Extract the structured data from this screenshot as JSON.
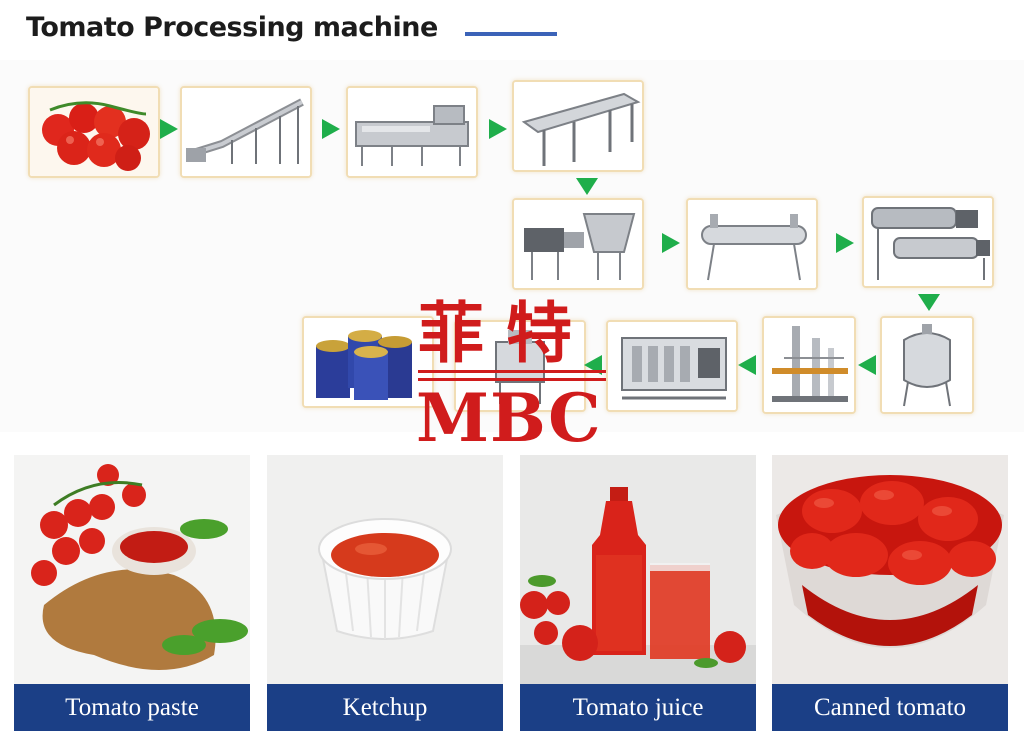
{
  "header": {
    "title": "Tomato Processing machine",
    "accent_color": "#3b63b8"
  },
  "flow": {
    "arrow_color": "#1fae4b",
    "step_border_color": "#f1ddb4",
    "steps": [
      {
        "icon": "fresh-tomatoes"
      },
      {
        "icon": "elevator-conveyor"
      },
      {
        "icon": "washing-machine"
      },
      {
        "icon": "sorting-conveyor"
      },
      {
        "icon": "crusher-machine"
      },
      {
        "icon": "preheater-tube"
      },
      {
        "icon": "pulper-refiner"
      },
      {
        "icon": "storage-tank"
      },
      {
        "icon": "evaporator"
      },
      {
        "icon": "sterilizer"
      },
      {
        "icon": "filling-machine"
      },
      {
        "icon": "canned-product"
      }
    ]
  },
  "watermark": {
    "chinese": "菲特",
    "latin": "MBC",
    "color": "#d01c1c"
  },
  "products": {
    "label_bg": "#1b3f86",
    "items": [
      {
        "label": "Tomato paste",
        "icon": "tomato-paste-photo"
      },
      {
        "label": "Ketchup",
        "icon": "ketchup-photo"
      },
      {
        "label": "Tomato juice",
        "icon": "tomato-juice-photo"
      },
      {
        "label": "Canned tomato",
        "icon": "canned-tomato-photo"
      }
    ]
  }
}
